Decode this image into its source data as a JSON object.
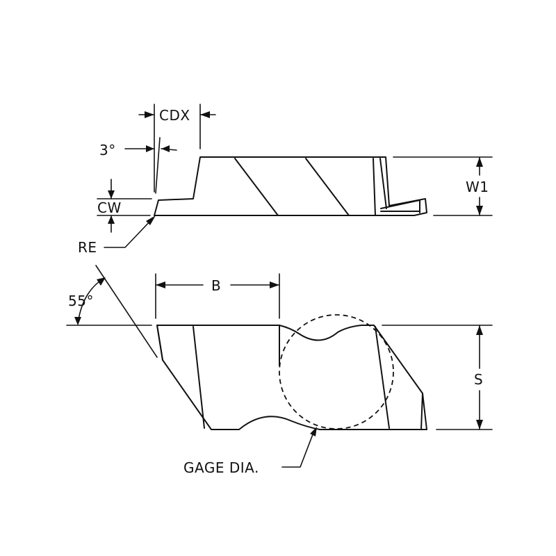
{
  "labels": {
    "cdx": "CDX",
    "angle_3": "3°",
    "cw": "CW",
    "w1": "W1",
    "re": "RE",
    "angle_55": "55°",
    "b": "B",
    "s": "S",
    "gage": "GAGE DIA."
  },
  "colors": {
    "line": "#111111",
    "background": "#ffffff"
  }
}
